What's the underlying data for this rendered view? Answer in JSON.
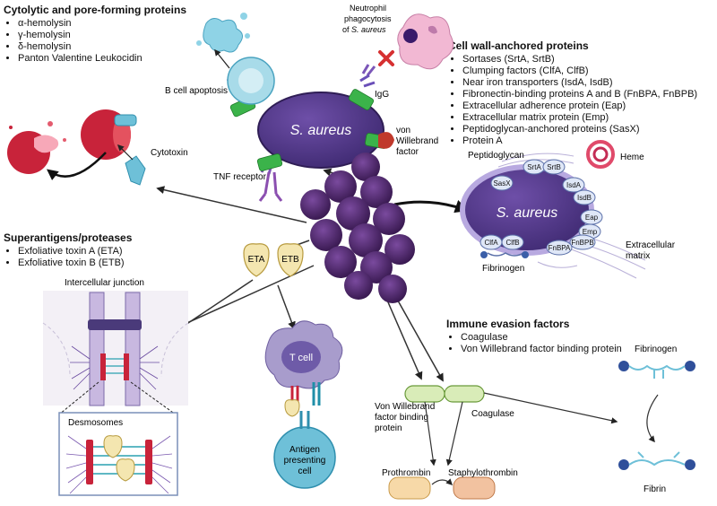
{
  "panels": {
    "cytolytic": {
      "title": "Cytolytic and pore-forming proteins",
      "items": [
        "α-hemolysin",
        "γ-hemolysin",
        "δ-hemolysin",
        "Panton Valentine Leukocidin"
      ]
    },
    "cell_wall": {
      "title": "Cell wall-anchored proteins",
      "items": [
        "Sortases (SrtA, SrtB)",
        "Clumping factors (ClfA, ClfB)",
        "Near iron transporters (IsdA, IsdB)",
        "Fibronectin-binding proteins A and B (FnBPA, FnBPB)",
        "Extracellular adherence protein (Eap)",
        "Extracellular matrix protein (Emp)",
        "Peptidoglycan-anchored proteins (SasX)",
        "Protein A"
      ]
    },
    "superantigens": {
      "title": "Superantigens/proteases",
      "items": [
        "Exfoliative toxin A (ETA)",
        "Exfoliative toxin B (ETB)"
      ]
    },
    "immune": {
      "title": "Immune evasion factors",
      "items": [
        "Coagulase",
        "Von Willebrand factor binding protein"
      ]
    }
  },
  "labels": {
    "saureus": "S. aureus",
    "neutrophil_line1": "Neutrophil",
    "neutrophil_line2": "phagocytosis",
    "neutrophil_line3_pre": "of ",
    "neutrophil_line3_italic": "S. aureus",
    "igg": "IgG",
    "vwf_line1": "von",
    "vwf_line2": "Willebrand",
    "vwf_line3": "factor",
    "bcell": "B cell apoptosis",
    "tnf": "TNF receptor",
    "cytotoxin": "Cytotoxin",
    "eta": "ETA",
    "etb": "ETB",
    "intercellular": "Intercellular junction",
    "desmosomes": "Desmosomes",
    "tcell": "T cell",
    "apc_line1": "Antigen",
    "apc_line2": "presenting",
    "apc_line3": "cell",
    "vwfbp_line1": "Von Willebrand",
    "vwfbp_line2": "factor binding",
    "vwfbp_line3": "protein",
    "coagulase": "Coagulase",
    "prothrombin": "Prothrombin",
    "staphylothrombin": "Staphylothrombin",
    "fibrinogen_right": "Fibrinogen",
    "fibrin": "Fibrin",
    "peptidoglycan": "Peptidoglycan",
    "heme": "Heme",
    "extracellular_line1": "Extracellular",
    "extracellular_line2": "matrix",
    "fibrinogen_left": "Fibrinogen",
    "sasx": "SasX",
    "srta": "SrtA",
    "srtb": "SrtB",
    "isda": "IsdA",
    "isdb": "IsdB",
    "eap": "Eap",
    "emp": "Emp",
    "fnbpb": "FnBPB",
    "fnbpa": "FnBPA",
    "clfa": "ClfA",
    "clfb": "ClfB"
  },
  "colors": {
    "bacterium": "#5b3d8c",
    "cluster": "#4a2566",
    "rbc": "#c8233a",
    "tcell": "#a89ccc",
    "apc": "#6ec0d8",
    "toxin": "#f4e6b0",
    "green_protein": "#3bb34a"
  }
}
